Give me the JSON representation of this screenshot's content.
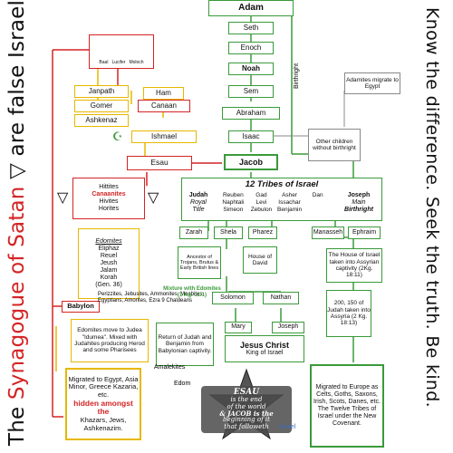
{
  "left_text": {
    "the": "The",
    "synagogue": "Synagogue of Satan",
    "rest": "are false Israelites."
  },
  "right_text": "Know the difference.   Seek the truth.   Be kind.",
  "adam": "Adam",
  "seth": "Seth",
  "enoch": "Enoch",
  "noah": "Noah",
  "sem": "Sem",
  "abraham": "Abraham",
  "isaac": "Isaac",
  "jacob": "Jacob",
  "ham": "Ham",
  "canaan": "Canaan",
  "ishmael": "Ishmael",
  "esau": "Esau",
  "japheth_line": [
    "Janpath",
    "Gomer",
    "Ashkenaz"
  ],
  "idols": [
    "Baal",
    "Lucifer",
    "Moloch"
  ],
  "birthright_label": "Birthright",
  "adamites_egypt": "Adamites migrate to Egypt",
  "other_children": "Other children without birthright",
  "canaanites": {
    "line1": "Hittites",
    "line2": "Canaanites",
    "line3": "Hivites",
    "line4": "Horites"
  },
  "tribes": {
    "title": "12 Tribes of Israel",
    "judah": "Judah",
    "judah_sub1": "Royal",
    "judah_sub2": "Title",
    "others": [
      "Reuben",
      "Gad",
      "Asher",
      "Dan",
      "Naphtali",
      "Levi",
      "Issachar",
      "",
      "Simeon",
      "Zebulon",
      "Benjamin",
      ""
    ],
    "joseph": "Joseph",
    "joseph_sub1": "Main",
    "joseph_sub2": "Birthright"
  },
  "zarah": "Zarah",
  "shela": "Shela",
  "pharez": "Pharez",
  "manasseh": "Manasseh",
  "ephraim": "Ephraim",
  "trojans": "Ancestor of Trojans, Brutus & Early British lines",
  "house_david": "House of David",
  "israel_captivity": "The House of Israel taken into Assyrian captivity (2Kg. 18:11)",
  "edomites": {
    "title": "Edomites",
    "names": "Eliphaz\nReuel\nJeush\nJalam\nKorah\n(Gen. 36)"
  },
  "babylon": "Babylon",
  "peoples": "Perizzites, Jebusites, Ammonites, Moabites, Egyptians, Amorites, Ezra 9  Chaldeans",
  "mixture": "Mixture with Edomites (1 Kg. 11:1)",
  "solomon": "Solomon",
  "nathan": "Nathan",
  "judah_captivity": "200, 150 of Judah taken into Assyria (2 Kg. 18:13)",
  "edomites_judea": "Edomites move to Judea \"Idumea\". Mixed with Judahites producing Herod and some Pharisees",
  "return": "Return of Judah and Benjamin from Babylonian captivity.",
  "mary": "Mary",
  "joseph_nt": "Joseph",
  "jesus": "Jesus Christ",
  "jesus_sub": "King of Israel",
  "migrated_egypt": {
    "pre": "Migrated to Egypt, Asia Minor, Greece Kazaria, etc.",
    "hidden": "hidden amongst the",
    "post": "Khazars, Jews, Ashkenazim."
  },
  "amalekites": "Amalekites",
  "edom": "Edom",
  "israel_label": "Israel",
  "emblem": {
    "line1": "ESAU",
    "line2": "is the end",
    "line3": "of the world",
    "line4": "& JACOB is the",
    "line5": "beginning of it",
    "line6": "that followeth"
  },
  "migrated_europe": "Migrated to Europe as Celts, Goths, Saxons, Irish, Scots, Danes, etc. The Twelve Tribes of Israel under the New Covenant.",
  "colors": {
    "green": "#3a9a3a",
    "yellow": "#e6b800",
    "red": "#d42424",
    "grey": "#888888"
  }
}
